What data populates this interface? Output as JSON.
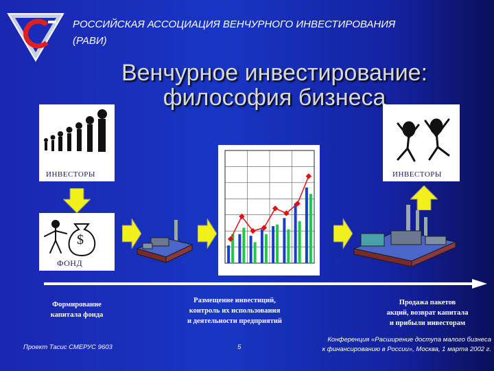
{
  "header": {
    "association_line1": "РОССИЙСКАЯ АССОЦИАЦИЯ ВЕНЧУРНОГО ИНВЕСТИРОВАНИЯ",
    "association_line2": "(РАВИ)",
    "title_line1": "Венчурное инвестирование:",
    "title_line2": "философия бизнеса"
  },
  "flow": {
    "investors_left": "ИНВЕСТОРЫ",
    "investors_right": "ИНВЕСТОРЫ",
    "fund": "ФОНД",
    "money_bag_symbol": "$"
  },
  "captions": {
    "formation": [
      "Формирование",
      "капитала фонда"
    ],
    "placement": [
      "Размещение инвестиций,",
      "контроль их использования",
      "и деятельности предприятий"
    ],
    "sale": [
      "Продажа пакетов",
      "акций, возврат капитала",
      "и прибыли инвесторам"
    ]
  },
  "footer": {
    "project": "Проект Тасис СМЕРУС 9603",
    "page_number": "5",
    "conference_line1": "Конференция «Расширение доступа малого бизнеса",
    "conference_line2": "к финансированию в России», Москва, 1 марта 2002 г."
  },
  "colors": {
    "background": "#1a2bb8",
    "arrow_yellow": "#f2f01a",
    "bar_blue": "#1a3ec8",
    "bar_green": "#1ec84a",
    "line_red": "#e01010"
  },
  "chart_data": {
    "type": "bar",
    "series": [
      {
        "values": [
          2.2,
          3.6,
          3.4,
          4.2,
          4.6,
          5.6,
          7.4,
          9.4
        ]
      },
      {
        "values": [
          3.6,
          4.4,
          2.6,
          3.6,
          4.8,
          4.2,
          5.2,
          8.6
        ]
      },
      {
        "values": [
          3.0,
          5.8,
          4.0,
          4.4,
          6.8,
          6.2,
          7.4,
          10.8
        ]
      }
    ],
    "ylim": [
      0,
      14
    ],
    "grid": true
  }
}
